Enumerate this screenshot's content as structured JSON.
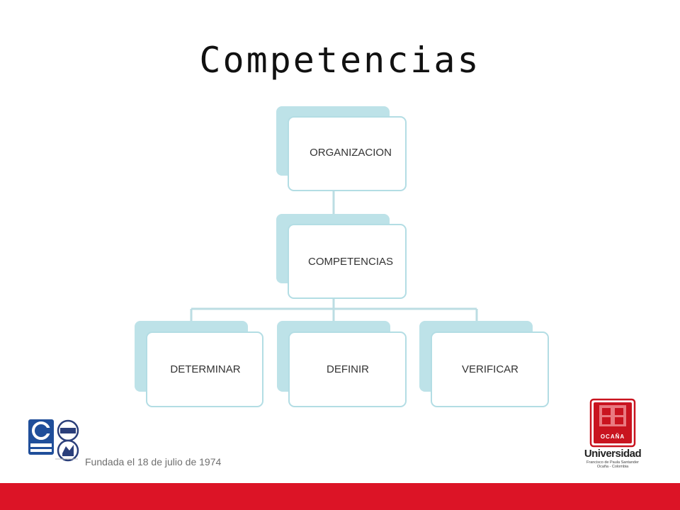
{
  "slide": {
    "title": "Competencias"
  },
  "diagram": {
    "root": {
      "label": "ORGANIZACION"
    },
    "level2": {
      "label": "COMPETENCIAS"
    },
    "children": [
      {
        "label": "DETERMINAR"
      },
      {
        "label": "DEFINIR"
      },
      {
        "label": "VERIFICAR"
      }
    ],
    "colors": {
      "back_fill": "#bde2e8",
      "front_border": "#b3dde4",
      "connector": "#bcdde3"
    }
  },
  "footer": {
    "founded_text": "Fundada el 18 de julio de 1974",
    "university_name": "Universidad",
    "university_sub": "Francisco de Paula Santander Ocaña - Colombia",
    "seal_text": "OCAÑA",
    "bar_color": "#dc1426"
  }
}
